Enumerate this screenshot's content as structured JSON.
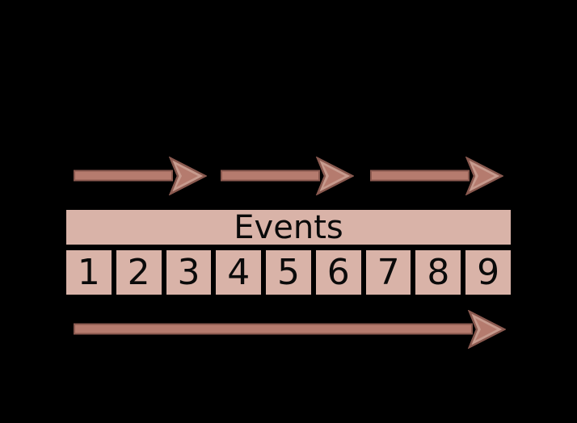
{
  "colors": {
    "background": "#000000",
    "table-fill": "#d9b3a8",
    "table-border": "#000000",
    "table-text": "#0a0a0a",
    "arrow-fill": "#b57b6e",
    "arrow-dark": "#8a594f",
    "arrow-light": "#c79b8e"
  },
  "table": {
    "header_label": "Events",
    "cells": [
      "1",
      "2",
      "3",
      "4",
      "5",
      "6",
      "7",
      "8",
      "9"
    ]
  },
  "arrows": {
    "top_segment_arrows": [
      "right-arrow-1",
      "right-arrow-2",
      "right-arrow-3"
    ],
    "bottom_arrow": "right-arrow-full-span"
  }
}
